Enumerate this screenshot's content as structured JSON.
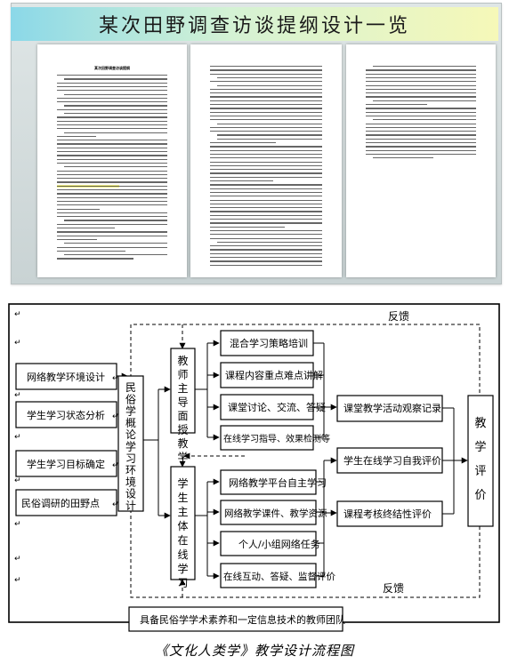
{
  "banner": {
    "title": "某次田野调查访谈提纲设计一览"
  },
  "document_page1_title": "某次田野调查访谈提纲",
  "flowchart": {
    "feedback_top": "反馈",
    "feedback_bottom": "反馈",
    "inputs": [
      "网络教学环境设计",
      "学生学习状态分析",
      "学生学习目标确定",
      "民俗调研的田野点"
    ],
    "environment_design": "民俗学概论学习环境设计",
    "teacher_led": "教师主导面授教学",
    "student_led": "学生主体在线学习",
    "teacher_activities": [
      "混合学习策略培训",
      "课程内容重点难点讲解",
      "课堂讨论、交流、答疑",
      "在线学习指导、效果检测等"
    ],
    "student_activities": [
      "网络教学平台自主学习",
      "网络教学课件、教学资源",
      "个人/小组网络任务",
      "在线互动、答疑、监督评价"
    ],
    "evaluations": [
      "课堂教学活动观察记录",
      "学生在线学习自我评价",
      "课程考核终结性评价"
    ],
    "teaching_evaluation": "教学评价",
    "team": "具备民俗学学术素养和一定信息技术的教师团队",
    "return_mark": "↵"
  },
  "caption": "《文化人类学》教学设计流程图"
}
